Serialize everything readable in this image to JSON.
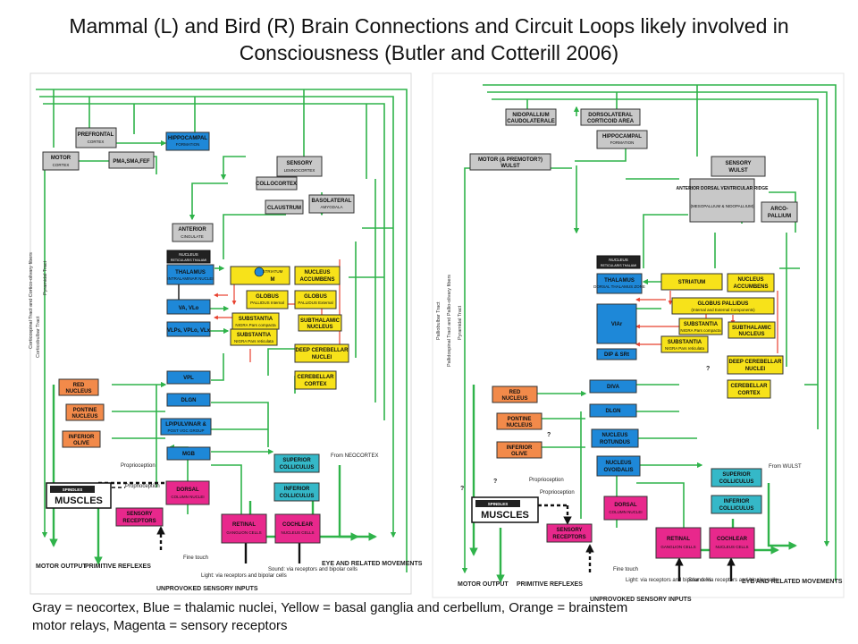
{
  "title": {
    "line1": "Mammal (L) and Bird (R) Brain Connections and Circuit Loops likely involved in",
    "line2": "Consciousness (Butler and Cotterill 2006)"
  },
  "caption": {
    "line1": "Gray = neocortex, Blue = thalamic nuclei, Yellow = basal ganglia and cerbellum, Orange = brainstem",
    "line2": "motor relays, Magenta = sensory receptors"
  },
  "colors": {
    "gray": "#c8c8c8",
    "blue": "#1e88d8",
    "yellow": "#f7e21a",
    "orange": "#f28a4a",
    "magenta": "#e8288c",
    "teal": "#35b8c8",
    "black": "#222222",
    "green": "#2fb34a",
    "red": "#e8402e"
  },
  "left_panel": {
    "nodes": {
      "prefrontal": {
        "label": "PREFRONTAL",
        "sub": "CORTEX",
        "color": "gray"
      },
      "hippocampal": {
        "label": "HIPPOCAMPAL",
        "sub": "FORMATION",
        "color": "blue"
      },
      "motor_cortex": {
        "label": "MOTOR",
        "sub": "CORTEX",
        "color": "gray"
      },
      "pma": {
        "label": "PMA,SMA,FEF",
        "sub": "",
        "color": "gray"
      },
      "sensory_lemno": {
        "label": "SENSORY",
        "sub": "LEMNOCORTEX",
        "color": "gray"
      },
      "collocortex": {
        "label": "COLLOCORTEX",
        "sub": "",
        "color": "gray"
      },
      "claustrum": {
        "label": "CLAUSTRUM",
        "sub": "",
        "color": "gray"
      },
      "basolateral": {
        "label": "BASOLATERAL",
        "sub": "AMYGDALA",
        "color": "gray"
      },
      "anterior_cingulate": {
        "label": "ANTERIOR",
        "sub": "CINGULATE",
        "color": "gray"
      },
      "reticular": {
        "label": "NUCLEUS",
        "sub": "RETICULARIS THALAMI",
        "color": "black"
      },
      "thalamus": {
        "label": "THALAMUS",
        "sub": "INTRALAMINAR NUCLEI",
        "color": "blue"
      },
      "striatum": {
        "label": "STRIATUM",
        "sub": "M",
        "color": "yellow"
      },
      "nucleus_accumbens": {
        "label": "NUCLEUS",
        "sub": "ACCUMBENS",
        "color": "yellow"
      },
      "va_vlo": {
        "label": "VA, VLo",
        "sub": "",
        "color": "blue"
      },
      "globus_int": {
        "label": "GLOBUS",
        "sub": "PALLIDUS Internal",
        "color": "yellow"
      },
      "globus_ext": {
        "label": "GLOBUS",
        "sub": "PALLIDUS External",
        "color": "yellow"
      },
      "vlp": {
        "label": "VLPs, VPLo, VLx",
        "sub": "",
        "color": "blue"
      },
      "sn_compacta": {
        "label": "SUBSTANTIA",
        "sub": "NIGRA Pars compacta",
        "color": "yellow"
      },
      "subthalamic": {
        "label": "SUBTHALAMIC",
        "sub": "NUCLEUS",
        "color": "yellow"
      },
      "sn_reticulata": {
        "label": "SUBSTANTIA",
        "sub": "NIGRA Pars reticulata",
        "color": "yellow"
      },
      "deep_cerebellar": {
        "label": "DEEP CEREBELLAR",
        "sub": "NUCLEI",
        "color": "yellow"
      },
      "cerebellar_cortex": {
        "label": "CEREBELLAR",
        "sub": "CORTEX",
        "color": "yellow"
      },
      "red_nucleus": {
        "label": "RED",
        "sub": "NUCLEUS",
        "color": "orange"
      },
      "vpl": {
        "label": "VPL",
        "sub": "",
        "color": "blue"
      },
      "dlgn": {
        "label": "DLGN",
        "sub": "",
        "color": "blue"
      },
      "pontine": {
        "label": "PONTINE",
        "sub": "NUCLEUS",
        "color": "orange"
      },
      "lp_pulvinar": {
        "label": "LP/PULVINAR &",
        "sub": "POST VGC GROUP",
        "color": "blue"
      },
      "inferior_olive": {
        "label": "INFERIOR",
        "sub": "OLIVE",
        "color": "orange"
      },
      "mgb": {
        "label": "MGB",
        "sub": "",
        "color": "blue"
      },
      "superior_colliculus": {
        "label": "SUPERIOR",
        "sub": "COLLICULUS",
        "color": "teal"
      },
      "inferior_colliculus": {
        "label": "INFERIOR",
        "sub": "COLLICULUS",
        "color": "teal"
      },
      "spindles": {
        "label": "SPINDLES",
        "sub": "MUSCLES",
        "color": "black"
      },
      "dorsal_column": {
        "label": "DORSAL",
        "sub": "COLUMN NUCLEI",
        "color": "magenta"
      },
      "sensory_receptors": {
        "label": "SENSORY",
        "sub": "RECEPTORS",
        "color": "magenta"
      },
      "retinal": {
        "label": "RETINAL",
        "sub": "GANGLION CELLS",
        "color": "magenta"
      },
      "cochlear": {
        "label": "COCHLEAR",
        "sub": "NUCLEUS CELLS",
        "color": "magenta"
      }
    },
    "labels": {
      "motor_output": "MOTOR OUTPUT",
      "primitive_reflexes": "PRIMITIVE REFLEXES",
      "eye_movements": "EYE AND RELATED MOVEMENTS",
      "unprovoked": "UNPROVOKED SENSORY INPUTS",
      "proprioception_1": "Proprioception",
      "proprioception_2": "Proprioception",
      "from_neocortex": "From NEOCORTEX",
      "fine_touch": "Fine touch",
      "light": "Light: via receptors and bipolar cells",
      "sound": "Sound: via receptors and bipolar cells",
      "corticospinal": "Corticospinal Tract and Cortico-olivary fibers",
      "pyramidal": "Pyramidal Tract",
      "corticobulbar": "Corticobulbar Tract"
    }
  },
  "right_panel": {
    "nodes": {
      "nidopallium": {
        "label": "NIDOPALLIUM",
        "sub": "CAUDOLATERALE",
        "color": "gray"
      },
      "dorsolateral": {
        "label": "DORSOLATERAL",
        "sub": "CORTICOID AREA",
        "color": "gray"
      },
      "hippocampal": {
        "label": "HIPPOCAMPAL",
        "sub": "FORMATION",
        "color": "gray"
      },
      "motor_wulst": {
        "label": "MOTOR (& PREMOTOR?)",
        "sub": "WULST",
        "color": "gray"
      },
      "sensory_wulst": {
        "label": "SENSORY",
        "sub": "WULST",
        "color": "gray"
      },
      "adv_ridge": {
        "label": "ANTERIOR DORSAL VENTRICULAR RIDGE",
        "sub": "(MESOPALLIUM & NIDOPALLIUM)",
        "color": "gray"
      },
      "arcopallium": {
        "label": "ARCO-",
        "sub": "PALLIUM",
        "color": "gray"
      },
      "reticular": {
        "label": "NUCLEUS",
        "sub": "RETICULARIS THALAMI",
        "color": "black"
      },
      "thalamus": {
        "label": "THALAMUS",
        "sub": "DORSAL THALAMUS ZONE",
        "color": "blue"
      },
      "striatum": {
        "label": "STRIATUM",
        "sub": "",
        "color": "yellow"
      },
      "nucleus_accumbens": {
        "label": "NUCLEUS",
        "sub": "ACCUMBENS",
        "color": "yellow"
      },
      "globus": {
        "label": "GLOBUS PALLIDUS",
        "sub": "(Internal and External Components)",
        "color": "yellow"
      },
      "via": {
        "label": "VIAr",
        "sub": "",
        "color": "blue"
      },
      "sn_compacta": {
        "label": "SUBSTANTIA",
        "sub": "NIGRA Pars compacta",
        "color": "yellow"
      },
      "subthalamic": {
        "label": "SUBTHALAMIC",
        "sub": "NUCLEUS",
        "color": "yellow"
      },
      "sn_reticulata": {
        "label": "SUBSTANTIA",
        "sub": "NIGRA Pars reticulata",
        "color": "yellow"
      },
      "dip_sri": {
        "label": "DIP & SRt",
        "sub": "",
        "color": "blue"
      },
      "deep_cerebellar": {
        "label": "DEEP CEREBELLAR",
        "sub": "NUCLEI",
        "color": "yellow"
      },
      "cerebellar_cortex": {
        "label": "CEREBELLAR",
        "sub": "CORTEX",
        "color": "yellow"
      },
      "diva": {
        "label": "DIVA",
        "sub": "",
        "color": "blue"
      },
      "red_nucleus": {
        "label": "RED",
        "sub": "NUCLEUS",
        "color": "orange"
      },
      "dlgn": {
        "label": "DLGN",
        "sub": "",
        "color": "blue"
      },
      "pontine": {
        "label": "PONTINE",
        "sub": "NUCLEUS",
        "color": "orange"
      },
      "rotundus": {
        "label": "NUCLEUS",
        "sub": "ROTUNDUS",
        "color": "blue"
      },
      "inferior_olive": {
        "label": "INFERIOR",
        "sub": "OLIVE",
        "color": "orange"
      },
      "ovoidalis": {
        "label": "NUCLEUS",
        "sub": "OVOIDALIS",
        "color": "blue"
      },
      "superior_colliculus": {
        "label": "SUPERIOR",
        "sub": "COLLICULUS",
        "color": "teal"
      },
      "inferior_colliculus": {
        "label": "INFERIOR",
        "sub": "COLLICULUS",
        "color": "teal"
      },
      "spindles": {
        "label": "SPINDLES",
        "sub": "MUSCLES",
        "color": "black"
      },
      "dorsal_column": {
        "label": "DORSAL",
        "sub": "COLUMN NUCLEI",
        "color": "magenta"
      },
      "sensory_receptors": {
        "label": "SENSORY",
        "sub": "RECEPTORS",
        "color": "magenta"
      },
      "retinal": {
        "label": "RETINAL",
        "sub": "GANGLION CELLS",
        "color": "magenta"
      },
      "cochlear": {
        "label": "COCHLEAR",
        "sub": "NUCLEUS CELLS",
        "color": "magenta"
      }
    },
    "labels": {
      "motor_output": "MOTOR OUTPUT",
      "primitive_reflexes": "PRIMITIVE REFLEXES",
      "eye_movements": "EYE AND RELATED MOVEMENTS",
      "unprovoked": "UNPROVOKED SENSORY INPUTS",
      "proprioception_1": "Proprioception",
      "proprioception_2": "Proprioception",
      "from_wulst": "From WULST",
      "fine_touch": "Fine touch",
      "light": "Light: via receptors and bipolar cells",
      "sound": "Sound: via receptors and bipolar cells",
      "pallidospinal": "Pallidospinal Tract and Pallio-olivary fibers",
      "pyramidal": "Pyramidal Tract",
      "palliobulbar": "Palliobulbar Tract",
      "q1": "?",
      "q2": "?",
      "q3": "?",
      "q4": "?"
    }
  }
}
